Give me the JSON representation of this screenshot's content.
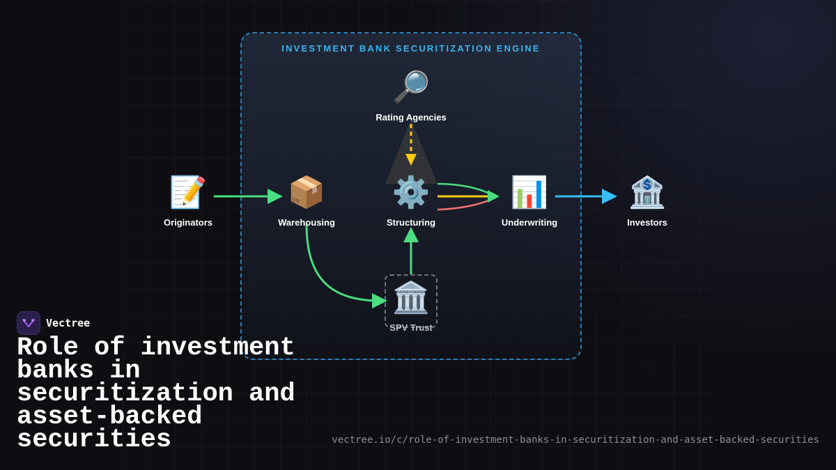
{
  "diagram": {
    "title": "INVESTMENT BANK SECURITIZATION ENGINE",
    "nodes": {
      "originators": {
        "label": "Originators",
        "icon": "📝",
        "icon_name": "memo-icon"
      },
      "warehousing": {
        "label": "Warehousing",
        "icon": "📦",
        "icon_name": "package-icon"
      },
      "structuring": {
        "label": "Structuring",
        "icon": "⚙️",
        "icon_name": "gear-icon"
      },
      "underwriting": {
        "label": "Underwriting",
        "icon": "📊",
        "icon_name": "bar-chart-icon"
      },
      "investors": {
        "label": "Investors",
        "icon": "🏦",
        "icon_name": "bank-icon"
      },
      "rating": {
        "label": "Rating Agencies",
        "icon": "🔎",
        "icon_name": "magnifier-icon"
      },
      "spv": {
        "label": "SPV Trust",
        "icon": "🏛️",
        "icon_name": "classical-building-icon"
      }
    },
    "colors": {
      "green": "#4ade80",
      "blue": "#38bdf8",
      "yellow": "#facc15",
      "red": "#f87171",
      "title": "#3bb4ee",
      "frame": "#2f7fb5"
    }
  },
  "brand": {
    "name": "Vectree"
  },
  "headline": "Role of investment banks in securitization and asset-backed securities",
  "url": "vectree.io/c/role-of-investment-banks-in-securitization-and-asset-backed-securities"
}
